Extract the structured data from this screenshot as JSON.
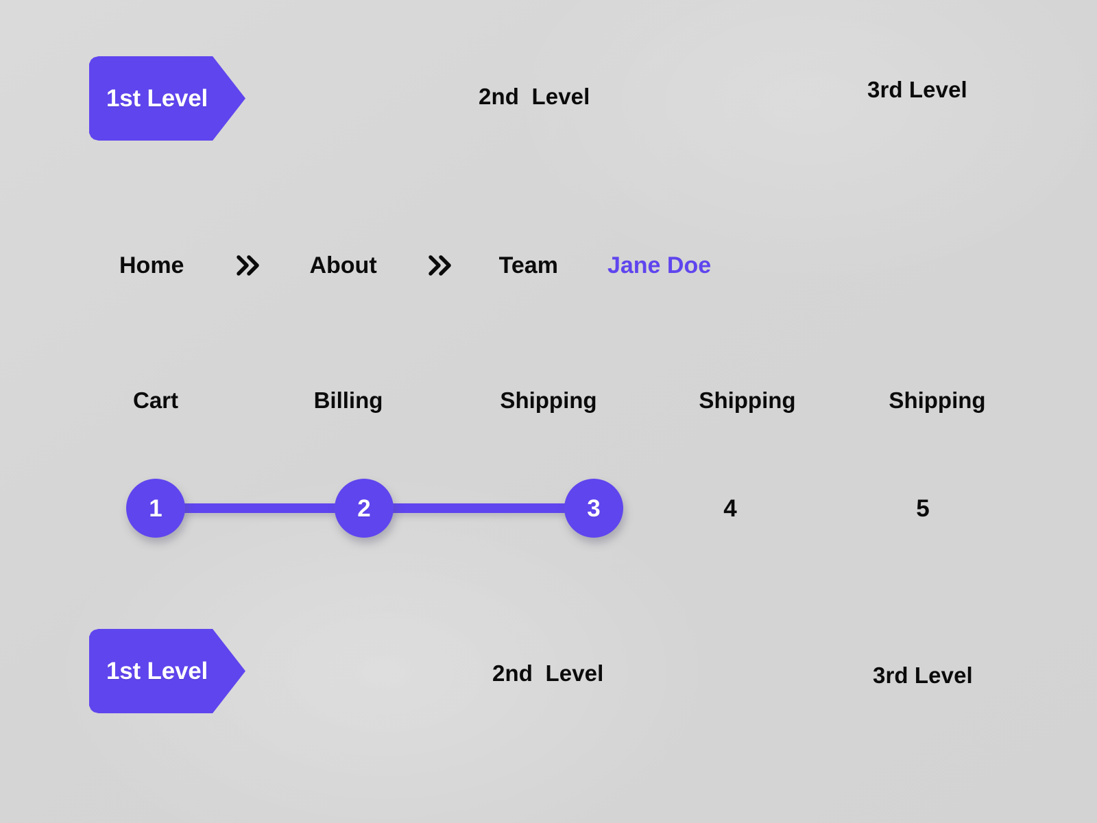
{
  "theme": {
    "background": "#d7d7d7",
    "accent": "#5f45ee",
    "text": "#0b0b0b",
    "on_accent": "#ffffff"
  },
  "arrow_breadcrumb_top": {
    "items": [
      {
        "label": "1st Level",
        "style": "chip",
        "state": "active"
      },
      {
        "label": "2nd  Level",
        "style": "plain",
        "state": "inactive"
      },
      {
        "label": "3rd Level",
        "style": "plain",
        "state": "inactive"
      }
    ]
  },
  "arrow_breadcrumb_bottom": {
    "items": [
      {
        "label": "1st Level",
        "style": "chip",
        "state": "active"
      },
      {
        "label": "2nd  Level",
        "style": "plain",
        "state": "inactive"
      },
      {
        "label": "3rd Level",
        "style": "plain",
        "state": "inactive"
      }
    ]
  },
  "chevron_breadcrumb": {
    "separator_icon": "double-chevron-right-icon",
    "items": [
      {
        "label": "Home",
        "current": false
      },
      {
        "label": "About",
        "current": false
      },
      {
        "label": "Team",
        "current": false
      },
      {
        "label": "Jane Doe",
        "current": true
      }
    ]
  },
  "stepper": {
    "current_step": 3,
    "total_steps": 5,
    "steps": [
      {
        "number": "1",
        "label": "Cart",
        "state": "done"
      },
      {
        "number": "2",
        "label": "Billing",
        "state": "done"
      },
      {
        "number": "3",
        "label": "Shipping",
        "state": "done"
      },
      {
        "number": "4",
        "label": "Shipping",
        "state": "todo"
      },
      {
        "number": "5",
        "label": "Shipping",
        "state": "todo"
      }
    ]
  }
}
